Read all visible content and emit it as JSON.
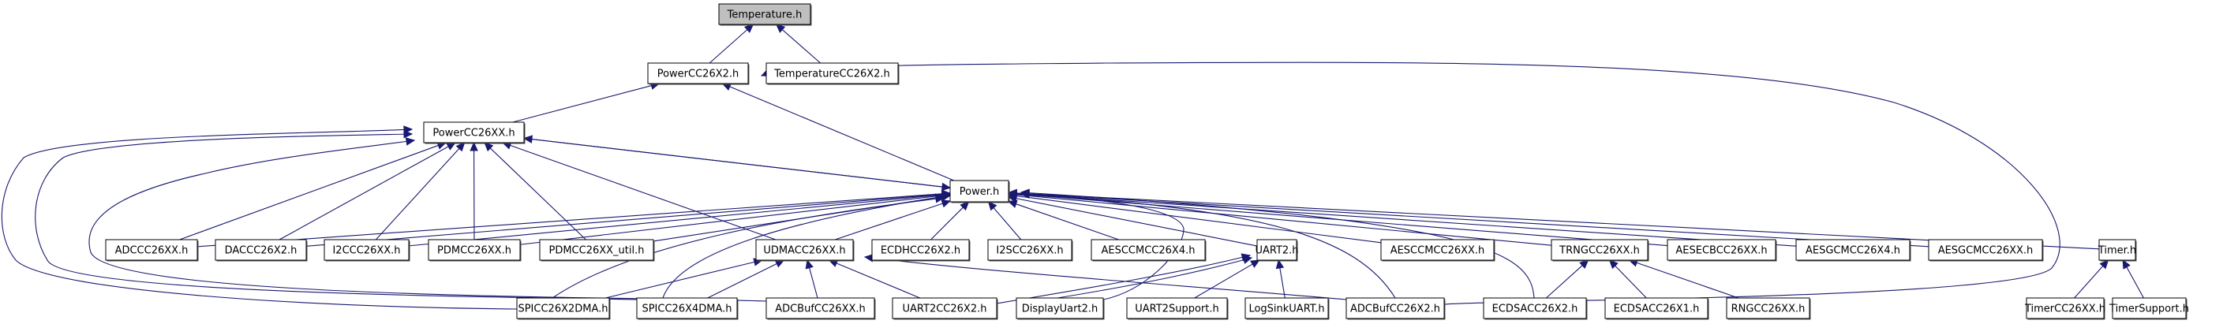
{
  "diagram": {
    "type": "include-dependency-graph",
    "root": "Temperature.h",
    "colors": {
      "edge": "#191970",
      "root_fill": "#bfbfbf",
      "node_fill": "#ffffff",
      "border": "#000000"
    },
    "nodes": [
      {
        "id": "temperature",
        "label": "Temperature.h",
        "root": true
      },
      {
        "id": "powercc26x2",
        "label": "PowerCC26X2.h"
      },
      {
        "id": "temperaturecc26x2",
        "label": "TemperatureCC26X2.h"
      },
      {
        "id": "powercc26xx",
        "label": "PowerCC26XX.h"
      },
      {
        "id": "power",
        "label": "Power.h"
      },
      {
        "id": "adccc26xx",
        "label": "ADCCC26XX.h"
      },
      {
        "id": "daccc26x2",
        "label": "DACCC26X2.h"
      },
      {
        "id": "i2ccc26xx",
        "label": "I2CCC26XX.h"
      },
      {
        "id": "pdmcc26xx",
        "label": "PDMCC26XX.h"
      },
      {
        "id": "pdmcc26xx_util",
        "label": "PDMCC26XX_util.h"
      },
      {
        "id": "udmacc26xx",
        "label": "UDMACC26XX.h"
      },
      {
        "id": "ecdhcc26x2",
        "label": "ECDHCC26X2.h"
      },
      {
        "id": "i2scc26xx",
        "label": "I2SCC26XX.h"
      },
      {
        "id": "aesccmcc26x4",
        "label": "AESCCMCC26X4.h"
      },
      {
        "id": "uart2",
        "label": "UART2.h"
      },
      {
        "id": "aesccmcc26xx",
        "label": "AESCCMCC26XX.h"
      },
      {
        "id": "trngcc26xx",
        "label": "TRNGCC26XX.h"
      },
      {
        "id": "aesecbcc26xx",
        "label": "AESECBCC26XX.h"
      },
      {
        "id": "aesgcmcc26x4",
        "label": "AESGCMCC26X4.h"
      },
      {
        "id": "aesgcmcc26xx",
        "label": "AESGCMCC26XX.h"
      },
      {
        "id": "timer",
        "label": "Timer.h"
      },
      {
        "id": "spicc26x2dma",
        "label": "SPICC26X2DMA.h"
      },
      {
        "id": "spicc26x4dma",
        "label": "SPICC26X4DMA.h"
      },
      {
        "id": "adcbufcc26xx",
        "label": "ADCBufCC26XX.h"
      },
      {
        "id": "uart2cc26x2",
        "label": "UART2CC26X2.h"
      },
      {
        "id": "displayuart2",
        "label": "DisplayUart2.h"
      },
      {
        "id": "uart2support",
        "label": "UART2Support.h"
      },
      {
        "id": "logsinkuart",
        "label": "LogSinkUART.h"
      },
      {
        "id": "adcbufcc26x2",
        "label": "ADCBufCC26X2.h"
      },
      {
        "id": "ecdsacc26x2",
        "label": "ECDSACC26X2.h"
      },
      {
        "id": "ecdsacc26x1",
        "label": "ECDSACC26X1.h"
      },
      {
        "id": "rngcc26xx",
        "label": "RNGCC26XX.h"
      },
      {
        "id": "timercc26xx",
        "label": "TimerCC26XX.h"
      },
      {
        "id": "timersupport",
        "label": "TimerSupport.h"
      }
    ],
    "edges": [
      {
        "from": "powercc26x2",
        "to": "temperature"
      },
      {
        "from": "temperaturecc26x2",
        "to": "temperature"
      },
      {
        "from": "powercc26xx",
        "to": "powercc26x2"
      },
      {
        "from": "power",
        "to": "powercc26x2"
      },
      {
        "from": "adcbufcc26x2",
        "to": "powercc26x2"
      },
      {
        "from": "power",
        "to": "powercc26xx"
      },
      {
        "from": "adccc26xx",
        "to": "powercc26xx"
      },
      {
        "from": "daccc26x2",
        "to": "powercc26xx"
      },
      {
        "from": "i2ccc26xx",
        "to": "powercc26xx"
      },
      {
        "from": "pdmcc26xx",
        "to": "powercc26xx"
      },
      {
        "from": "pdmcc26xx_util",
        "to": "powercc26xx"
      },
      {
        "from": "udmacc26xx",
        "to": "powercc26xx"
      },
      {
        "from": "spicc26x2dma",
        "to": "powercc26xx"
      },
      {
        "from": "spicc26x4dma",
        "to": "powercc26xx"
      },
      {
        "from": "adcbufcc26xx",
        "to": "powercc26xx"
      },
      {
        "from": "powercc26xx",
        "to": "power"
      },
      {
        "from": "adccc26xx",
        "to": "power"
      },
      {
        "from": "daccc26x2",
        "to": "power"
      },
      {
        "from": "i2ccc26xx",
        "to": "power"
      },
      {
        "from": "pdmcc26xx",
        "to": "power"
      },
      {
        "from": "pdmcc26xx_util",
        "to": "power"
      },
      {
        "from": "udmacc26xx",
        "to": "power"
      },
      {
        "from": "ecdhcc26x2",
        "to": "power"
      },
      {
        "from": "i2scc26xx",
        "to": "power"
      },
      {
        "from": "aesccmcc26x4",
        "to": "power"
      },
      {
        "from": "uart2",
        "to": "power"
      },
      {
        "from": "aesccmcc26xx",
        "to": "power"
      },
      {
        "from": "trngcc26xx",
        "to": "power"
      },
      {
        "from": "aesecbcc26xx",
        "to": "power"
      },
      {
        "from": "aesgcmcc26x4",
        "to": "power"
      },
      {
        "from": "aesgcmcc26xx",
        "to": "power"
      },
      {
        "from": "timer",
        "to": "power"
      },
      {
        "from": "spicc26x2dma",
        "to": "power"
      },
      {
        "from": "spicc26x4dma",
        "to": "power"
      },
      {
        "from": "displayuart2",
        "to": "power"
      },
      {
        "from": "adcbufcc26x2",
        "to": "power"
      },
      {
        "from": "ecdsacc26x2",
        "to": "power"
      },
      {
        "from": "spicc26x2dma",
        "to": "udmacc26xx"
      },
      {
        "from": "spicc26x4dma",
        "to": "udmacc26xx"
      },
      {
        "from": "adcbufcc26xx",
        "to": "udmacc26xx"
      },
      {
        "from": "uart2cc26x2",
        "to": "udmacc26xx"
      },
      {
        "from": "adcbufcc26x2",
        "to": "udmacc26xx"
      },
      {
        "from": "uart2cc26x2",
        "to": "uart2"
      },
      {
        "from": "displayuart2",
        "to": "uart2"
      },
      {
        "from": "uart2support",
        "to": "uart2"
      },
      {
        "from": "logsinkuart",
        "to": "uart2"
      },
      {
        "from": "ecdsacc26x2",
        "to": "trngcc26xx"
      },
      {
        "from": "ecdsacc26x1",
        "to": "trngcc26xx"
      },
      {
        "from": "rngcc26xx",
        "to": "trngcc26xx"
      },
      {
        "from": "timercc26xx",
        "to": "timer"
      },
      {
        "from": "timersupport",
        "to": "timer"
      }
    ]
  }
}
